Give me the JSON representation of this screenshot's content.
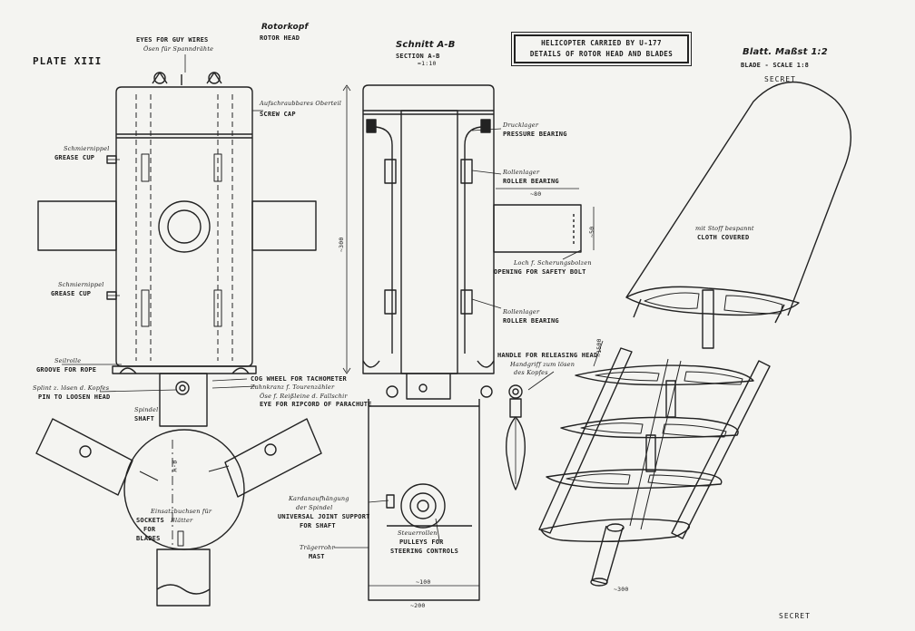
{
  "plate": "PLATE XIII",
  "title_box": {
    "line1": "HELICOPTER CARRIED BY U-177",
    "line2": "DETAILS OF ROTOR HEAD AND BLADES"
  },
  "rotor_head": {
    "de": "Rotorkopf",
    "en": "ROTOR HEAD"
  },
  "section": {
    "de": "Schnitt A-B",
    "en": "SECTION A-B",
    "scale": "≈1:10"
  },
  "blade_sheet": {
    "de": "Blatt. Maßst 1:2",
    "en": "BLADE - SCALE 1:8"
  },
  "secret_top": "SECRET",
  "secret_bottom": "SECRET",
  "labels": {
    "eyes_en": "EYES FOR GUY WIRES",
    "eyes_de": "Ösen für Spanndrähte",
    "screw_de": "Aufschraubbares Oberteil",
    "screw_en": "SCREW CAP",
    "grease1_de": "Schmiernippel",
    "grease1_en": "GREASE CUP",
    "grease2_de": "Schmiernippel",
    "grease2_en": "GREASE CUP",
    "groove_de": "Seilrolle",
    "groove_en": "GROOVE FOR ROPE",
    "pin_de": "Splint z. lösen d. Kopfes",
    "pin_en": "PIN TO LOOSEN HEAD",
    "spindle_de": "Spindel",
    "spindle_en": "SHAFT",
    "cog_en": "COG WHEEL FOR TACHOMETER",
    "cog_de": "Zahnkranz f. Tourenzähler",
    "eye_de": "Öse f. Reißleine d. Fallschir",
    "eye_en": "EYE FOR RIPCORD OF PARACHUTE",
    "press_de": "Drucklager",
    "press_en": "PRESSURE BEARING",
    "roller1_de": "Rollenlager",
    "roller1_en": "ROLLER BEARING",
    "safety_de": "Loch f. Scherungsbolzen",
    "safety_en": "OPENING FOR SAFETY BOLT",
    "roller2_de": "Rollenlager",
    "roller2_en": "ROLLER BEARING",
    "handle_en": "HANDLE FOR RELEASING HEAD",
    "handle_de1": "Handgriff zum lösen",
    "handle_de2": "des Kopfes",
    "univ_de1": "Kardanaufhängung",
    "univ_de2": "der Spindel",
    "univ_en1": "UNIVERSAL JOINT SUPPORT",
    "univ_en2": "FOR SHAFT",
    "pulley_de": "Steuerrollen",
    "pulley_en1": "PULLEYS FOR",
    "pulley_en2": "STEERING CONTROLS",
    "mast_de": "Trägerrohr",
    "mast_en": "MAST",
    "sockets_de1": "Einsatzbuchsen für",
    "sockets_de2": "Blätter",
    "sockets_en1": "SOCKETS",
    "sockets_en2": "FOR",
    "sockets_en3": "BLADES",
    "cloth_de": "mit Stoff bespannt",
    "cloth_en": "CLOTH COVERED",
    "ab": "A-B"
  },
  "dims": {
    "d300": "~300",
    "d80": "~80",
    "d50": "~50",
    "d100": "~100",
    "d200": "~200",
    "d1500": "~1500",
    "d300b": "~300"
  }
}
